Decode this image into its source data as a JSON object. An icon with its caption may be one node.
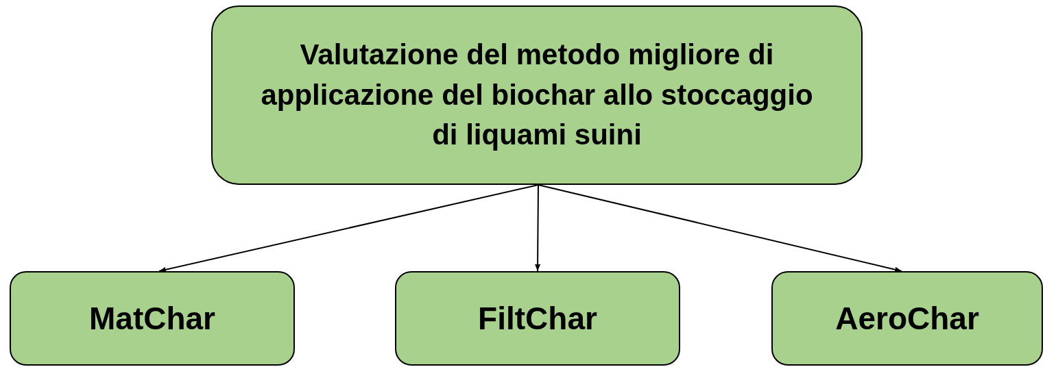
{
  "diagram": {
    "nodes": [
      {
        "text": [
          "Valutazione del metodo migliore di applicazione del biochar allo stoccaggio di liquami suini"
        ]
      },
      {
        "text": [
          "MatChar"
        ]
      },
      {
        "text": [
          "FiltChar"
        ]
      },
      {
        "text": [
          "AeroChar"
        ]
      }
    ],
    "edges": [
      {
        "from": 0,
        "to": 1,
        "arrow": "to"
      },
      {
        "from": 0,
        "to": 2,
        "arrow": "to"
      },
      {
        "from": 0,
        "to": 3,
        "arrow": "to"
      }
    ]
  }
}
